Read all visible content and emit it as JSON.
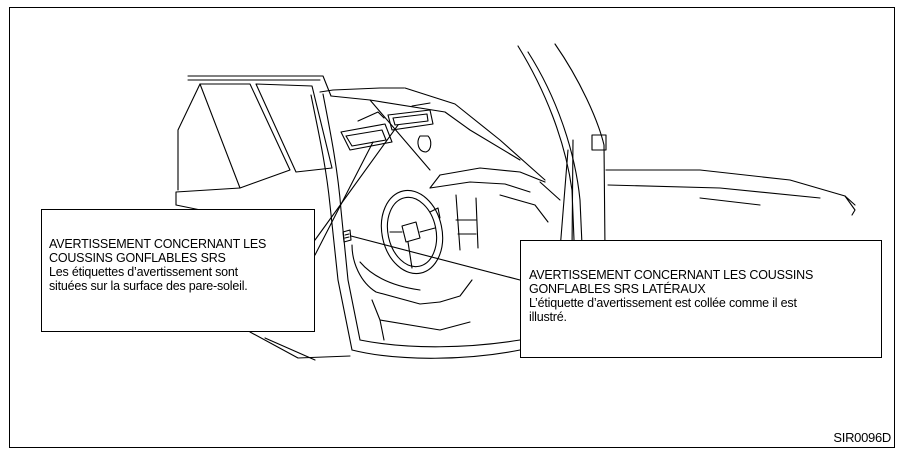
{
  "figure": {
    "code": "SIR0096D"
  },
  "callouts": {
    "sun_visor": {
      "heading_lines": [
        "AVERTISSEMENT CONCERNANT LES",
        "COUSSINS GONFLABLES SRS"
      ],
      "body_lines": [
        "Les étiquettes d’avertissement sont",
        "situées sur la surface des pare-soleil."
      ]
    },
    "side_airbag": {
      "heading_lines": [
        "AVERTISSEMENT CONCERNANT LES COUSSINS",
        "GONFLABLES SRS LATÉRAUX"
      ],
      "body_lines": [
        "L’étiquette d’avertissement est collée comme il est",
        "illustré."
      ]
    }
  }
}
